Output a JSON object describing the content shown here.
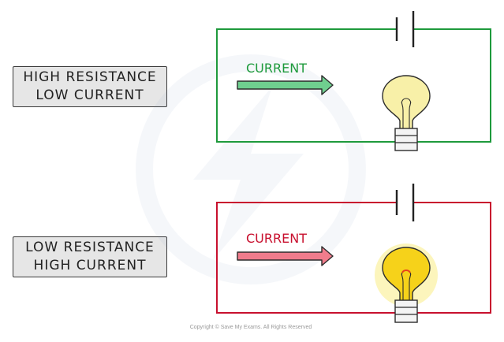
{
  "panels": [
    {
      "label_line1": "HIGH RESISTANCE",
      "label_line2": "LOW CURRENT",
      "current_label": "CURRENT",
      "circuit_color": "#1e9a3c",
      "arrow_fill": "#6fcf8f",
      "bulb_state": "dim"
    },
    {
      "label_line1": "LOW RESISTANCE",
      "label_line2": "HIGH CURRENT",
      "current_label": "CURRENT",
      "circuit_color": "#c8102e",
      "arrow_fill": "#f07c8c",
      "bulb_state": "bright"
    }
  ],
  "copyright": "Copyright © Save My Exams. All Rights Reserved",
  "watermark_icon": "lightning-bolt-icon"
}
